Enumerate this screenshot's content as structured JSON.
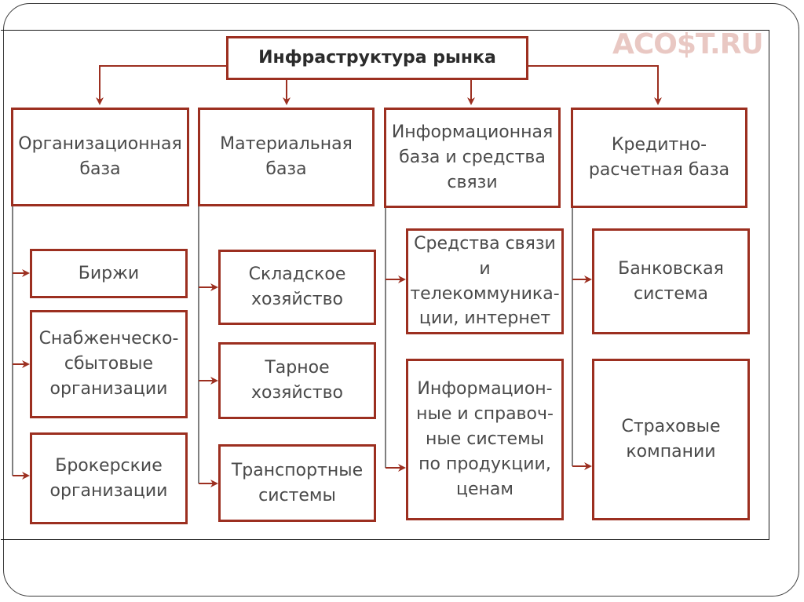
{
  "watermark": "ACO$T.RU",
  "colors": {
    "border": "#9c2f20",
    "text": "#4a4a4a",
    "watermark": "#e9c8c3"
  },
  "root": "Инфраструктура рынка",
  "columns": [
    {
      "title": "Организационная\nбаза",
      "items": [
        "Биржи",
        "Снабженческо-\nсбытовые\nорганизации",
        "Брокерские\nорганизации"
      ]
    },
    {
      "title": "Материальная\nбаза",
      "items": [
        "Складское\nхозяйство",
        "Тарное\nхозяйство",
        "Транспортные\nсистемы"
      ]
    },
    {
      "title": "Информационная\nбаза и средства\nсвязи",
      "items": [
        "Средства связи и\nтелекоммуника-\nции, интернет",
        "Информацион-\nные и справоч-\nные системы\nпо продукции,\nценам"
      ]
    },
    {
      "title": "Кредитно-\nрасчетная база",
      "items": [
        "Банковская\nсистема",
        "Страховые\nкомпании"
      ]
    }
  ]
}
